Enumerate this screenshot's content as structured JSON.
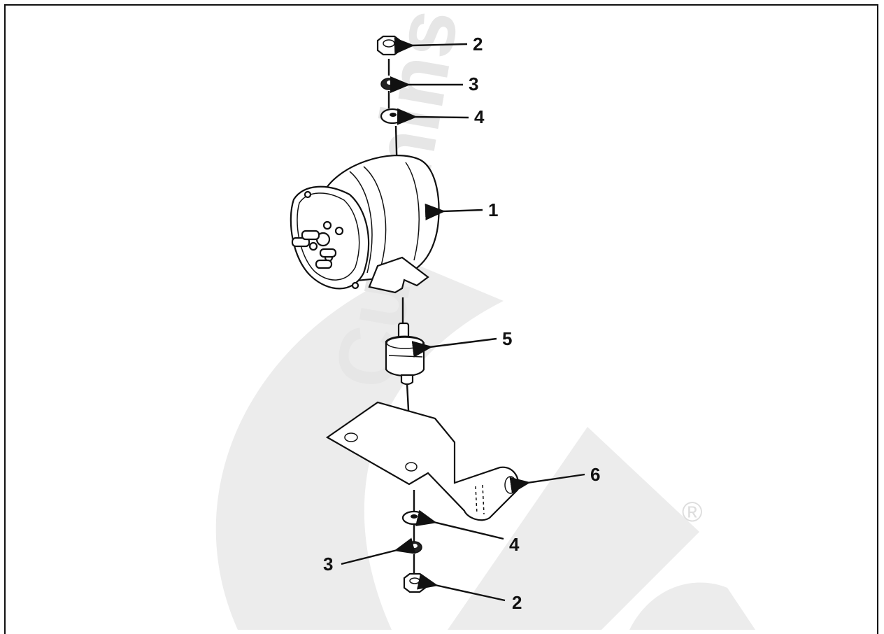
{
  "labels": {
    "solenoid": "1",
    "nut_top": "2",
    "lockwasher_top": "3",
    "washer_top": "4",
    "isolator": "5",
    "bracket": "6",
    "washer_bottom": "4",
    "lockwasher_bottom": "3",
    "nut_bottom": "2"
  },
  "watermark": {
    "brand_text": "Cummins",
    "registered_mark": "®",
    "color": "#e8e8e8"
  }
}
